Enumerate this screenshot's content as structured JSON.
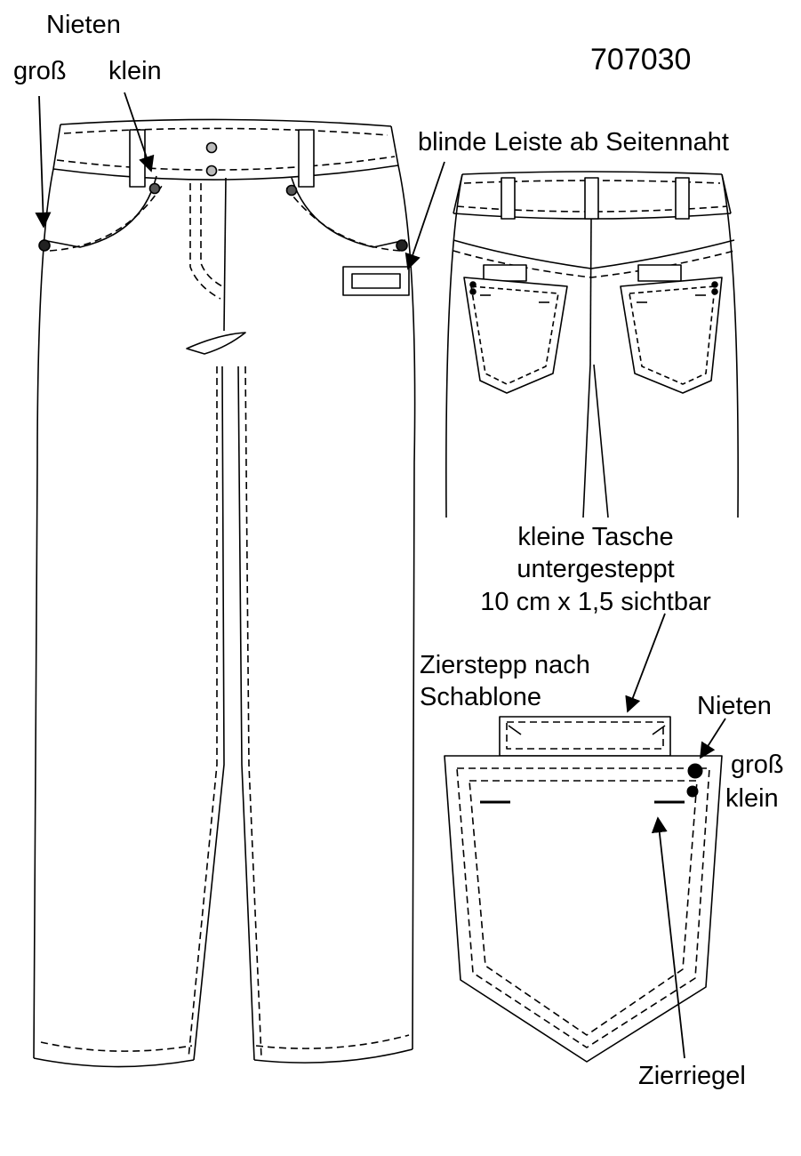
{
  "style_number": "707030",
  "front_labels": {
    "rivets": "Nieten",
    "large": "groß",
    "small": "klein",
    "blind_welt": "blinde Leiste ab Seitennaht"
  },
  "back_labels": {
    "small_pocket_line1": "kleine Tasche",
    "small_pocket_line2": "untergesteppt",
    "small_pocket_line3": "10 cm x 1,5 sichtbar"
  },
  "pocket_detail_labels": {
    "topstitch_line1": "Zierstepp nach",
    "topstitch_line2": "Schablone",
    "rivets": "Nieten",
    "large": "groß",
    "small": "klein",
    "bartack": "Zierriegel"
  }
}
